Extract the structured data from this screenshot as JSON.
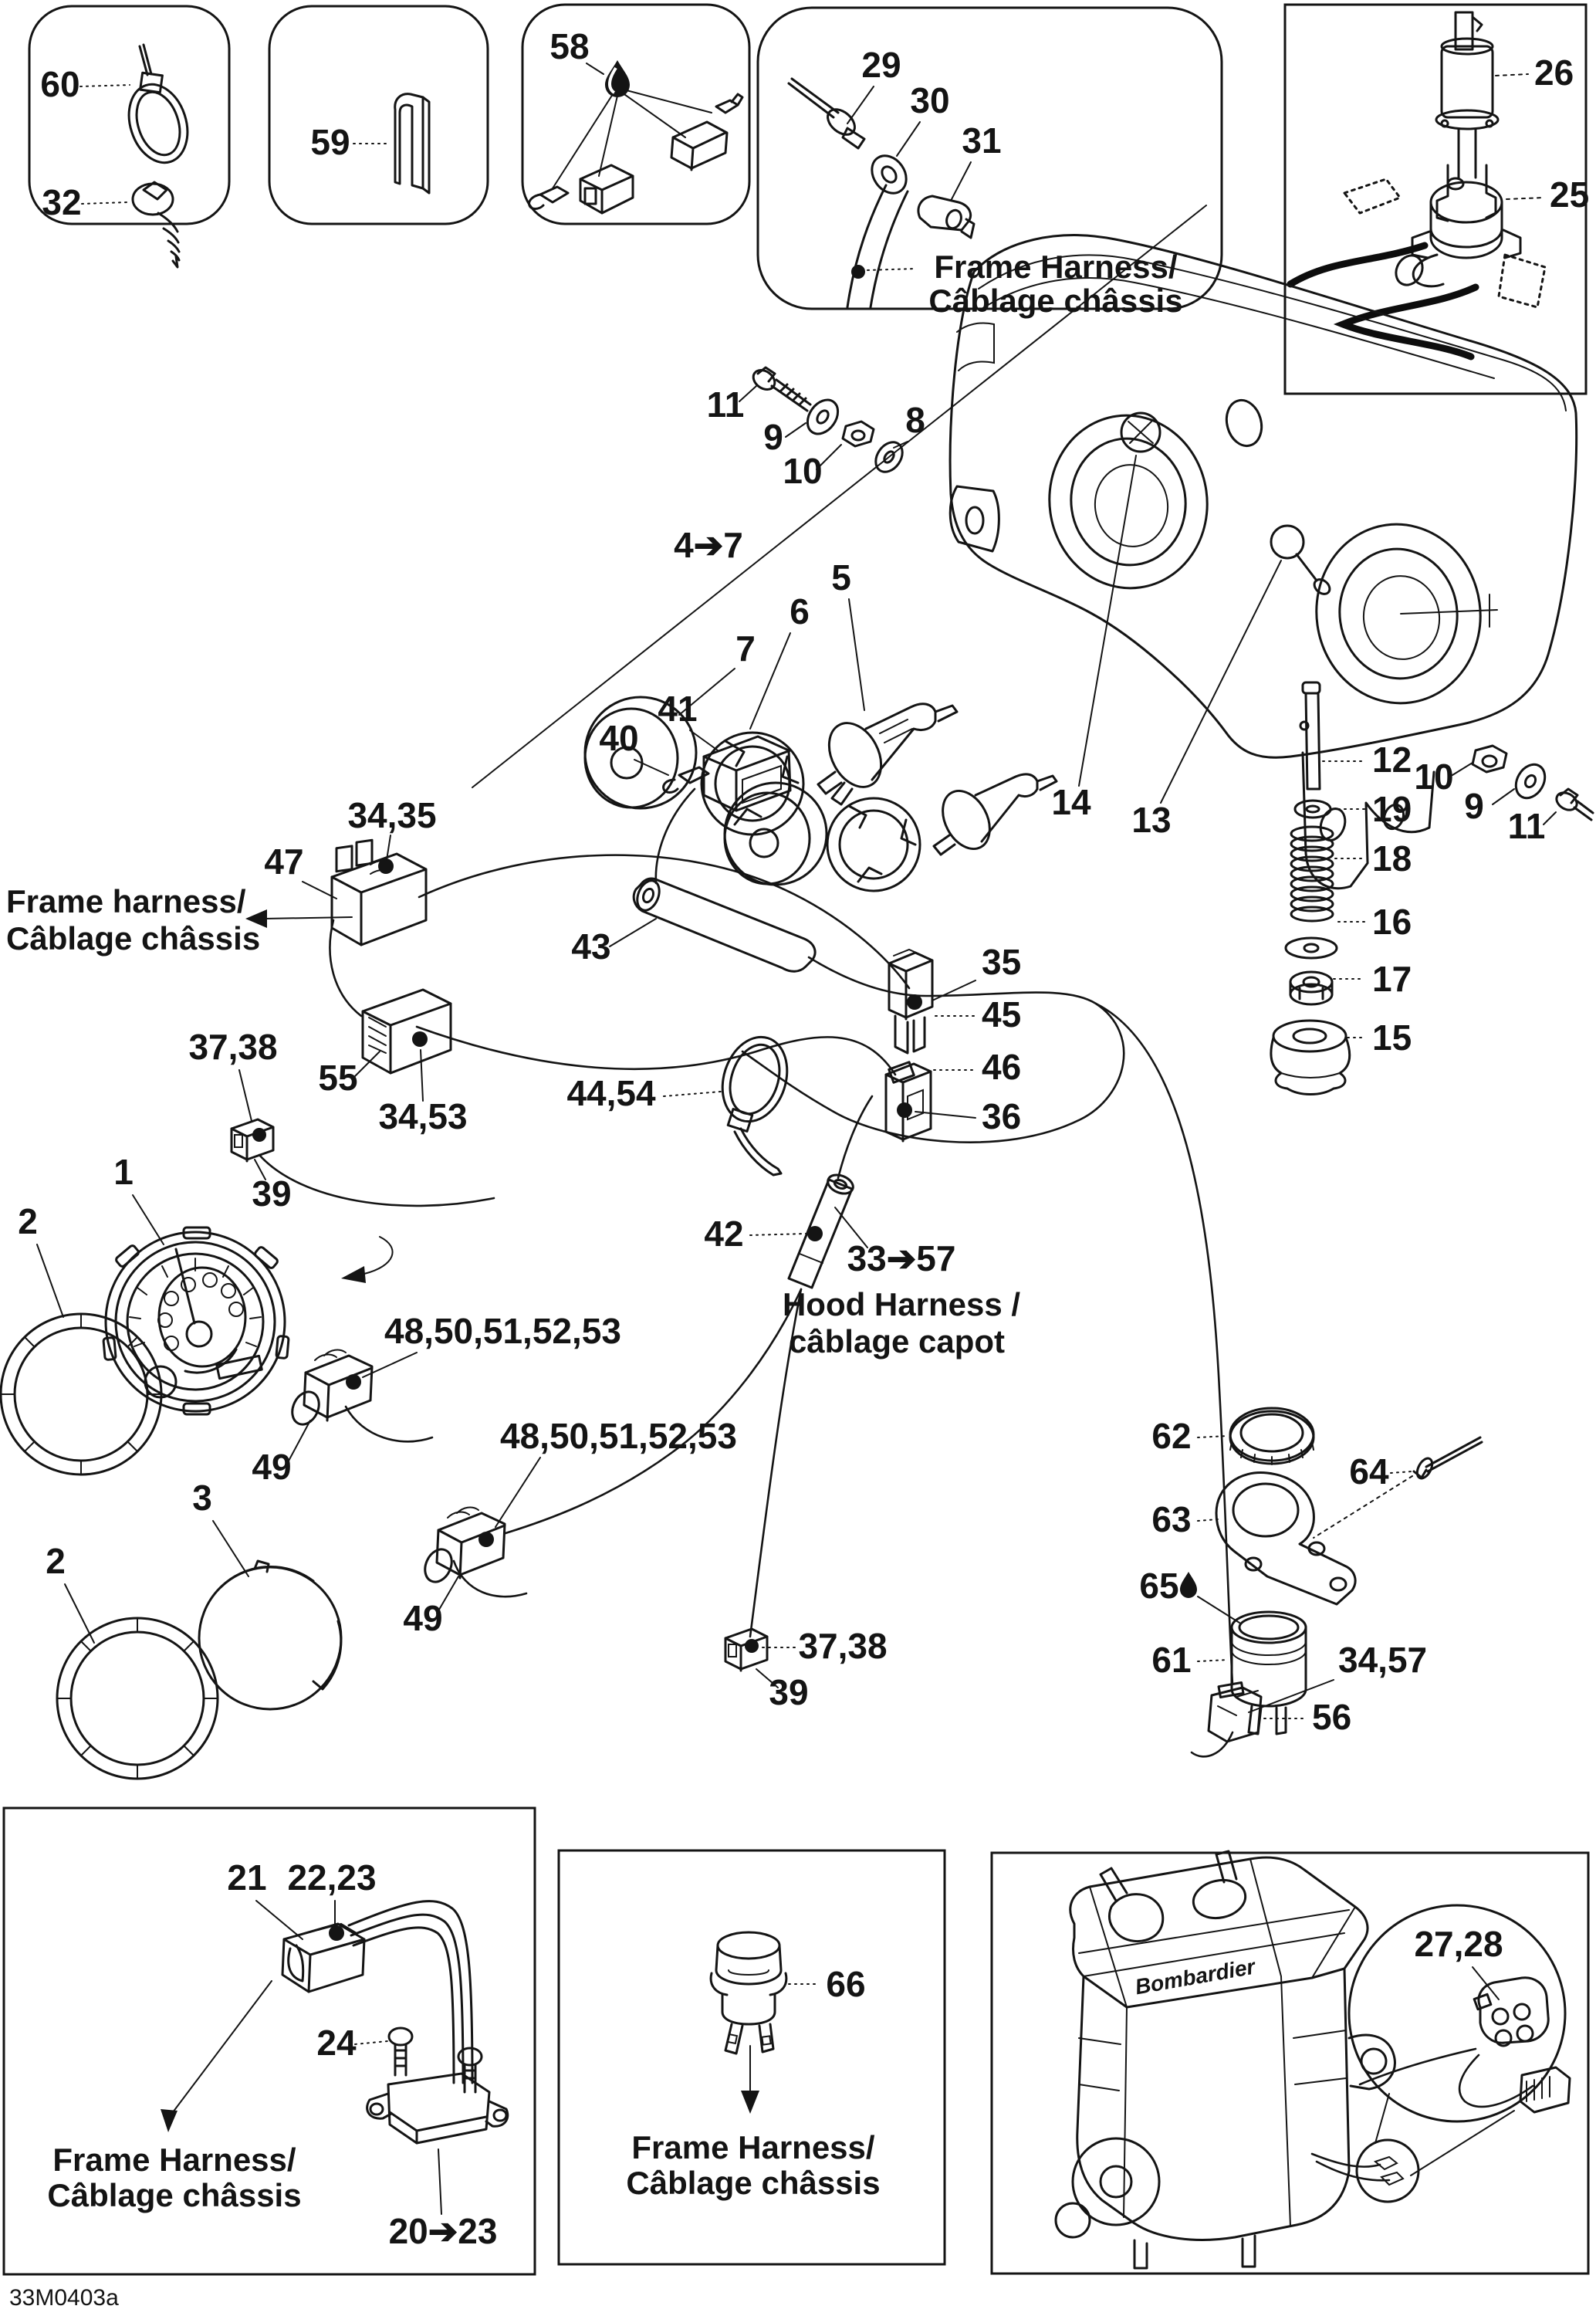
{
  "document": {
    "code": "33M0403a",
    "engine_marking": "Bombardier"
  },
  "texts": {
    "frame_harness_title": "Frame Harness/",
    "frame_harness_lower": "Frame harness/",
    "cablage_chassis": "Câblage châssis",
    "hood_harness": "Hood Harness /",
    "cablage_capot": "câblage capot"
  },
  "callouts": {
    "n1": "1",
    "n2": "2",
    "n3": "3",
    "n4_7": "4➔7",
    "n5": "5",
    "n6": "6",
    "n7": "7",
    "n8": "8",
    "n9": "9",
    "n10": "10",
    "n11": "11",
    "n12": "12",
    "n13": "13",
    "n14": "14",
    "n15": "15",
    "n16": "16",
    "n17": "17",
    "n18": "18",
    "n19": "19",
    "n20_23": "20➔23",
    "n21": "21",
    "n22_23": "22,23",
    "n24": "24",
    "n25": "25",
    "n26": "26",
    "n27_28": "27,28",
    "n29": "29",
    "n30": "30",
    "n31": "31",
    "n32": "32",
    "n33_57": "33➔57",
    "n34_35": "34,35",
    "n34_53": "34,53",
    "n34_57": "34,57",
    "n35": "35",
    "n36": "36",
    "n37_38": "37,38",
    "n39": "39",
    "n40": "40",
    "n41": "41",
    "n42": "42",
    "n43": "43",
    "n44_54": "44,54",
    "n45": "45",
    "n46": "46",
    "n47": "47",
    "n48_53": "48,50,51,52,53",
    "n49": "49",
    "n55": "55",
    "n56": "56",
    "n58": "58",
    "n59": "59",
    "n60": "60",
    "n61": "61",
    "n62": "62",
    "n63": "63",
    "n64": "64",
    "n65": "65",
    "n66": "66"
  }
}
